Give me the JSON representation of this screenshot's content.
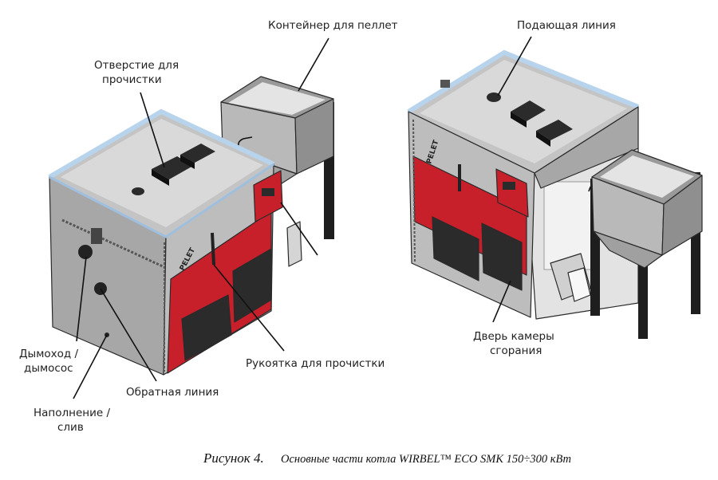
{
  "labels": {
    "pellet_container": "Контейнер для пеллет",
    "cleaning_hole_1": "Отверстие для",
    "cleaning_hole_2": "прочистки",
    "supply_line": "Подающая линия",
    "flue_1": "Дымоход /",
    "flue_2": "дымосос",
    "cleaning_handle": "Рукоятка для прочистки",
    "combustion_door_1": "Дверь камеры",
    "combustion_door_2": "сгорания",
    "return_line": "Обратная линия",
    "fill_drain_1": "Наполнение /",
    "fill_drain_2": "слив",
    "brand_left": "PELET",
    "brand_right": "PELET"
  },
  "caption": {
    "prefix": "Рисунок 4.",
    "text": "Основные части котла WIRBEL™ ECO SMK 150÷300 кВт"
  },
  "colors": {
    "body_gray": "#a7a7a7",
    "body_light": "#c9c9c9",
    "top_panel": "#d9d9d9",
    "trim_blue": "#b8d3ec",
    "accent_red": "#c8202a",
    "door_dark": "#2b2b2b"
  }
}
